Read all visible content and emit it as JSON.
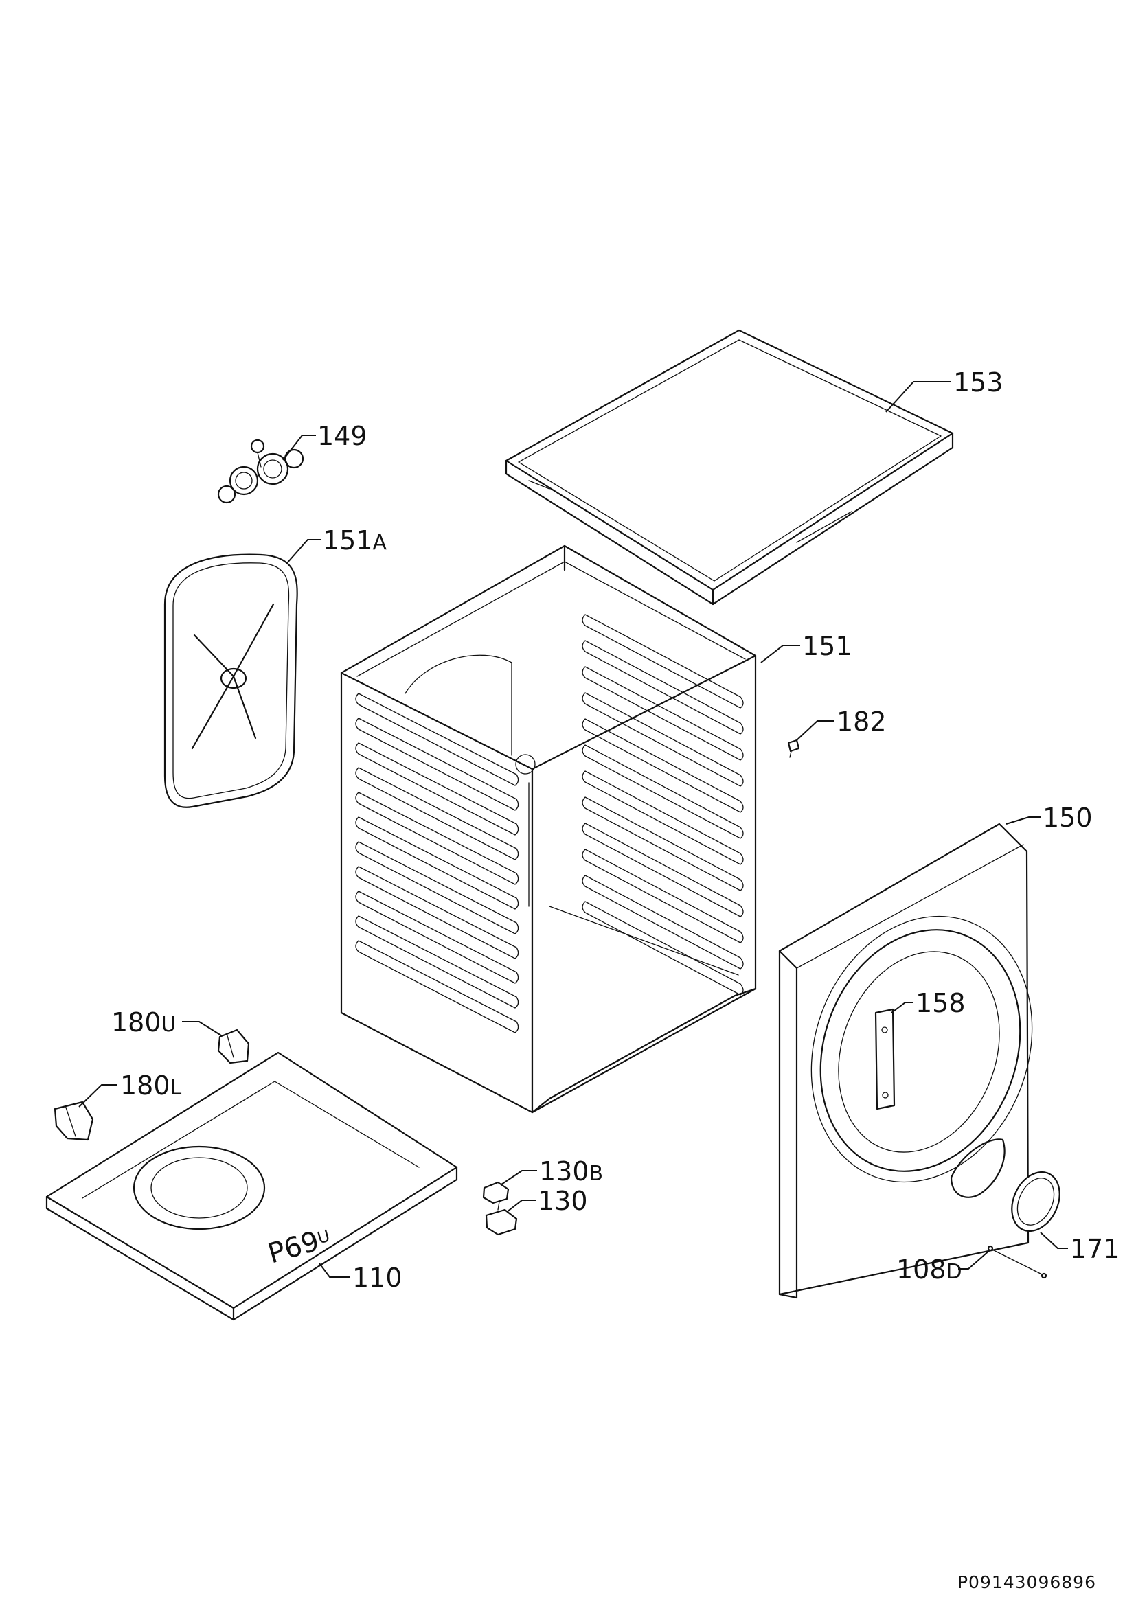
{
  "callouts": [
    {
      "id": "153",
      "text": "153",
      "suffix": ""
    },
    {
      "id": "149",
      "text": "149",
      "suffix": ""
    },
    {
      "id": "151A",
      "text": "151",
      "suffix": "A"
    },
    {
      "id": "151",
      "text": "151",
      "suffix": ""
    },
    {
      "id": "182",
      "text": "182",
      "suffix": ""
    },
    {
      "id": "150",
      "text": "150",
      "suffix": ""
    },
    {
      "id": "158",
      "text": "158",
      "suffix": ""
    },
    {
      "id": "180U",
      "text": "180",
      "suffix": "U"
    },
    {
      "id": "180L",
      "text": "180",
      "suffix": "L"
    },
    {
      "id": "130B",
      "text": "130",
      "suffix": "B"
    },
    {
      "id": "130",
      "text": "130",
      "suffix": ""
    },
    {
      "id": "110",
      "text": "110",
      "suffix": ""
    },
    {
      "id": "171",
      "text": "171",
      "suffix": ""
    },
    {
      "id": "108D",
      "text": "108",
      "suffix": "D"
    }
  ],
  "base_marking": "P69",
  "base_marking_suffix": "U",
  "document_code": "P09143096896"
}
